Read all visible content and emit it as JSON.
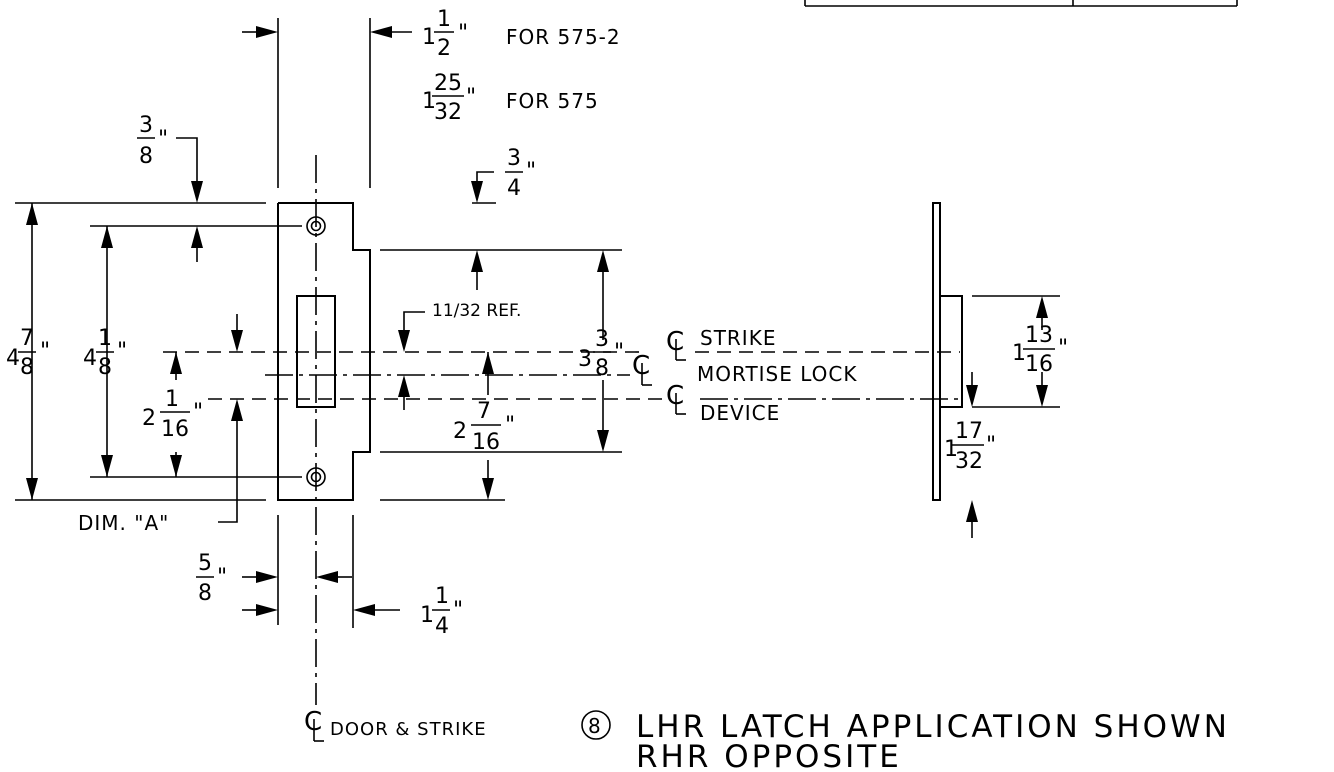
{
  "title_block": {
    "cell_left": "",
    "cell_right": ""
  },
  "dims": {
    "width_top": {
      "whole": "1",
      "num": "1",
      "den": "2",
      "unit": "\"",
      "for": "FOR 575-2"
    },
    "width_top2": {
      "whole": "1",
      "num": "25",
      "den": "32",
      "unit": "\"",
      "for": "FOR 575"
    },
    "top_offset": {
      "num": "3",
      "den": "8",
      "unit": "\""
    },
    "right_top": {
      "num": "3",
      "den": "4",
      "unit": "\""
    },
    "overall_height": {
      "whole": "4",
      "num": "7",
      "den": "8",
      "unit": "\""
    },
    "hole_spacing": {
      "whole": "4",
      "num": "1",
      "den": "8",
      "unit": "\""
    },
    "ref": "11/32 REF.",
    "strike_height": {
      "whole": "3",
      "num": "3",
      "den": "8",
      "unit": "\""
    },
    "lower": {
      "whole": "2",
      "num": "1",
      "den": "16",
      "unit": "\""
    },
    "center_to_bottom": {
      "whole": "2",
      "num": "7",
      "den": "16",
      "unit": "\""
    },
    "dim_a": "DIM. \"A\"",
    "setback": {
      "num": "5",
      "den": "8",
      "unit": "\""
    },
    "lip": {
      "whole": "1",
      "num": "1",
      "den": "4",
      "unit": "\""
    },
    "side_right": {
      "whole": "1",
      "num": "13",
      "den": "16",
      "unit": "\""
    },
    "side_bottom": {
      "whole": "1",
      "num": "17",
      "den": "32",
      "unit": "\""
    }
  },
  "centerlines": {
    "cl_symbol": "C",
    "strike": "STRIKE",
    "mortise": "MORTISE LOCK",
    "device": "DEVICE",
    "door": "DOOR & STRIKE"
  },
  "note": {
    "number": "8",
    "line1": "LHR LATCH APPLICATION SHOWN",
    "line2": "RHR OPPOSITE"
  }
}
